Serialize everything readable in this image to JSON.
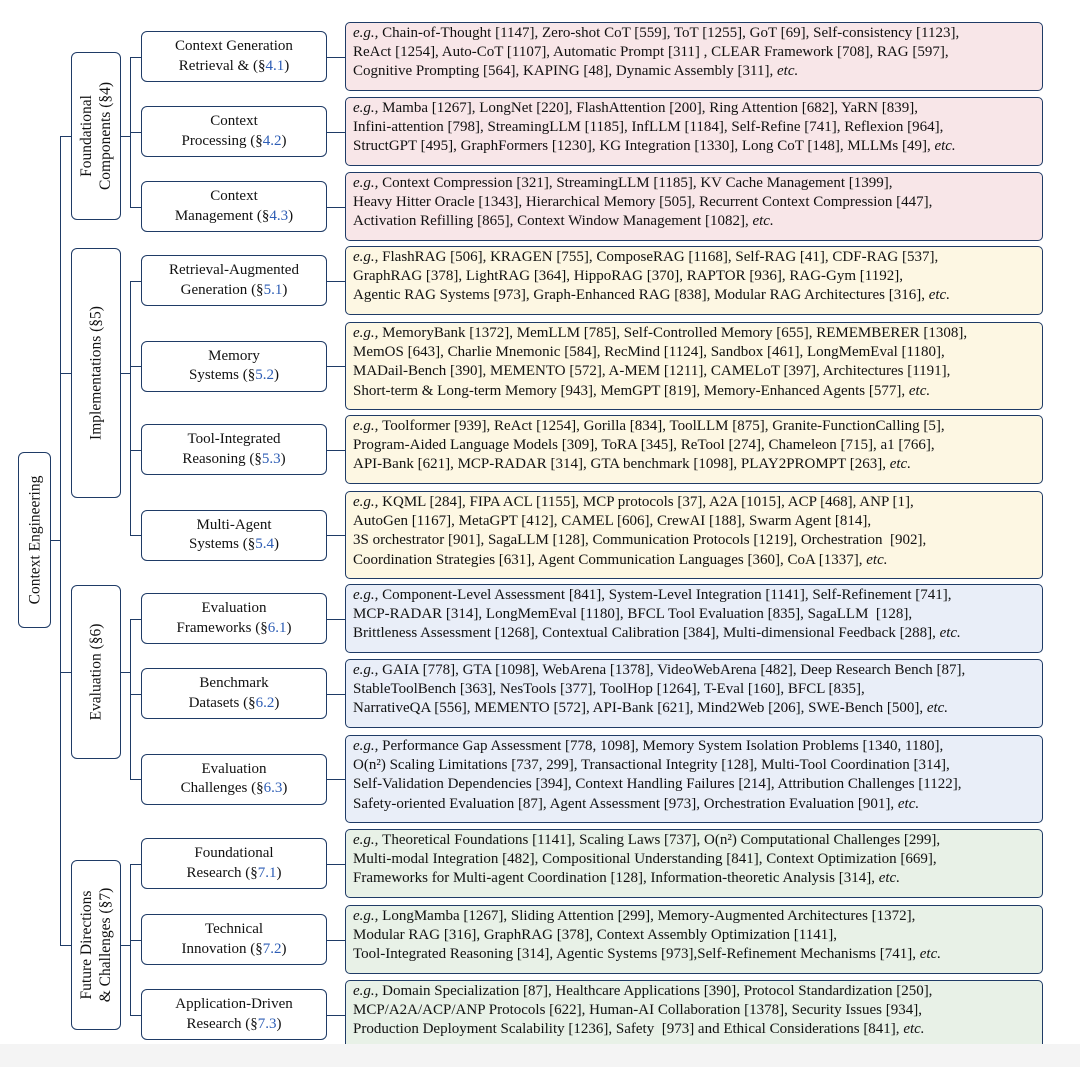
{
  "root": "Context Engineering",
  "groups": [
    {
      "title_lines": [
        "Foundational",
        "Components (§4)"
      ],
      "items": [
        {
          "label_lines": [
            "Context Generation",
            "Retrieval & "
          ],
          "ref_prefix": "(§",
          "ref": "4.1",
          "ref_suffix": ")",
          "leaf_lines": [
            "Chain-of-Thought [1147], Zero-shot CoT [559], ToT [1255], GoT [69], Self-consistency [1123],",
            "ReAct [1254], Auto-CoT [1107], Automatic Prompt [311] , CLEAR Framework [708], RAG [597],",
            "Cognitive Prompting [564], KAPING [48], Dynamic Assembly [311], "
          ]
        },
        {
          "label_lines": [
            "Context",
            "Processing "
          ],
          "ref_prefix": "(§",
          "ref": "4.2",
          "ref_suffix": ")",
          "leaf_lines": [
            "Mamba [1267], LongNet [220], FlashAttention [200], Ring Attention [682], YaRN [839],",
            "Infini-attention [798], StreamingLLM [1185], InfLLM [1184], Self-Refine [741], Reflexion [964],",
            "StructGPT [495], GraphFormers [1230], KG Integration [1330], Long CoT [148], MLLMs [49], "
          ]
        },
        {
          "label_lines": [
            "Context",
            "Management "
          ],
          "ref_prefix": "(§",
          "ref": "4.3",
          "ref_suffix": ")",
          "leaf_lines": [
            "Context Compression [321], StreamingLLM [1185], KV Cache Management [1399],",
            "Heavy Hitter Oracle [1343], Hierarchical Memory [505], Recurrent Context Compression [447],",
            "Activation Refilling [865], Context Window Management [1082], "
          ]
        }
      ]
    },
    {
      "title_lines": [
        "Implementations (§5)"
      ],
      "items": [
        {
          "label_lines": [
            "Retrieval-Augmented",
            "Generation "
          ],
          "ref_prefix": "(§",
          "ref": "5.1",
          "ref_suffix": ")",
          "leaf_lines": [
            "FlashRAG [506], KRAGEN [755], ComposeRAG [1168], Self-RAG [41], CDF-RAG [537],",
            "GraphRAG [378], LightRAG [364], HippoRAG [370], RAPTOR [936], RAG-Gym [1192],",
            "Agentic RAG Systems [973], Graph-Enhanced RAG [838], Modular RAG Architectures [316], "
          ]
        },
        {
          "label_lines": [
            "Memory",
            "Systems "
          ],
          "ref_prefix": "(§",
          "ref": "5.2",
          "ref_suffix": ")",
          "leaf_lines": [
            "MemoryBank [1372], MemLLM [785], Self-Controlled Memory [655], REMEMBERER [1308],",
            "MemOS [643], Charlie Mnemonic [584], RecMind [1124], Sandbox [461], LongMemEval [1180],",
            "MADail-Bench [390], MEMENTO [572], A-MEM [1211], CAMELoT [397], Architectures [1191],",
            "Short-term & Long-term Memory [943], MemGPT [819], Memory-Enhanced Agents [577], "
          ]
        },
        {
          "label_lines": [
            "Tool-Integrated",
            "Reasoning "
          ],
          "ref_prefix": "(§",
          "ref": "5.3",
          "ref_suffix": ")",
          "leaf_lines": [
            "Toolformer [939], ReAct [1254], Gorilla [834], ToolLLM [875], Granite-FunctionCalling [5],",
            "Program-Aided Language Models [309], ToRA [345], ReTool [274], Chameleon [715], a1 [766],",
            "API-Bank [621], MCP-RADAR [314], GTA benchmark [1098], PLAY2PROMPT [263], "
          ]
        },
        {
          "label_lines": [
            "Multi-Agent",
            "Systems "
          ],
          "ref_prefix": "(§",
          "ref": "5.4",
          "ref_suffix": ")",
          "leaf_lines": [
            "KQML [284], FIPA ACL [1155], MCP protocols [37], A2A [1015], ACP [468], ANP [1],",
            "AutoGen [1167], MetaGPT [412], CAMEL [606], CrewAI [188], Swarm Agent [814],",
            "3S orchestrator [901], SagaLLM [128], Communication Protocols [1219], Orchestration  [902],",
            "Coordination Strategies [631], Agent Communication Languages [360], CoA [1337], "
          ]
        }
      ]
    },
    {
      "title_lines": [
        "Evaluation (§6)"
      ],
      "items": [
        {
          "label_lines": [
            "Evaluation",
            "Frameworks "
          ],
          "ref_prefix": "(§",
          "ref": "6.1",
          "ref_suffix": ")",
          "leaf_lines": [
            "Component-Level Assessment [841], System-Level Integration [1141], Self-Refinement [741],",
            "MCP-RADAR [314], LongMemEval [1180], BFCL Tool Evaluation [835], SagaLLM  [128],",
            "Brittleness Assessment [1268], Contextual Calibration [384], Multi-dimensional Feedback [288], "
          ]
        },
        {
          "label_lines": [
            "Benchmark",
            "Datasets "
          ],
          "ref_prefix": "(§",
          "ref": "6.2",
          "ref_suffix": ")",
          "leaf_lines": [
            "GAIA [778], GTA [1098], WebArena [1378], VideoWebArena [482], Deep Research Bench [87],",
            "StableToolBench [363], NesTools [377], ToolHop [1264], T-Eval [160], BFCL [835],",
            "NarrativeQA [556], MEMENTO [572], API-Bank [621], Mind2Web [206], SWE-Bench [500], "
          ]
        },
        {
          "label_lines": [
            "Evaluation",
            "Challenges "
          ],
          "ref_prefix": "(§",
          "ref": "6.3",
          "ref_suffix": ")",
          "leaf_lines": [
            "Performance Gap Assessment [778, 1098], Memory System Isolation Problems [1340, 1180],",
            "O(n²) Scaling Limitations [737, 299], Transactional Integrity [128], Multi-Tool Coordination [314],",
            "Self-Validation Dependencies [394], Context Handling Failures [214], Attribution Challenges [1122],",
            "Safety-oriented Evaluation [87], Agent Assessment [973], Orchestration Evaluation [901], "
          ]
        }
      ]
    },
    {
      "title_lines": [
        "Future Directions",
        "& Challenges (§7)"
      ],
      "items": [
        {
          "label_lines": [
            "Foundational",
            "Research "
          ],
          "ref_prefix": "(§",
          "ref": "7.1",
          "ref_suffix": ")",
          "leaf_lines": [
            "Theoretical Foundations [1141], Scaling Laws [737], O(n²) Computational Challenges [299],",
            "Multi-modal Integration [482], Compositional Understanding [841], Context Optimization [669],",
            "Frameworks for Multi-agent Coordination [128], Information-theoretic Analysis [314], "
          ]
        },
        {
          "label_lines": [
            "Technical",
            "Innovation "
          ],
          "ref_prefix": "(§",
          "ref": "7.2",
          "ref_suffix": ")",
          "leaf_lines": [
            "LongMamba [1267], Sliding Attention [299], Memory-Augmented Architectures [1372],",
            "Modular RAG [316], GraphRAG [378], Context Assembly Optimization [1141],",
            "Tool-Integrated Reasoning [314], Agentic Systems [973],Self-Refinement Mechanisms [741], "
          ]
        },
        {
          "label_lines": [
            "Application-Driven",
            "Research "
          ],
          "ref_prefix": "(§",
          "ref": "7.3",
          "ref_suffix": ")",
          "leaf_lines": [
            "Domain Specialization [87], Healthcare Applications [390], Protocol Standardization [250],",
            "MCP/A2A/ACP/ANP Protocols [622], Human-AI Collaboration [1378], Security Issues [934],",
            "Production Deployment Scalability [1236], Safety  [973] and Ethical Considerations [841], "
          ]
        }
      ]
    }
  ],
  "leaf_prefix": "e.g.,",
  "leaf_suffix": "etc.",
  "colors": {
    "border": "#1f3b66",
    "link": "#2d5db5",
    "pink": "#f8e6e8",
    "yellow": "#fdf7e3",
    "blue": "#e9eef8",
    "green": "#e8f1e7"
  }
}
